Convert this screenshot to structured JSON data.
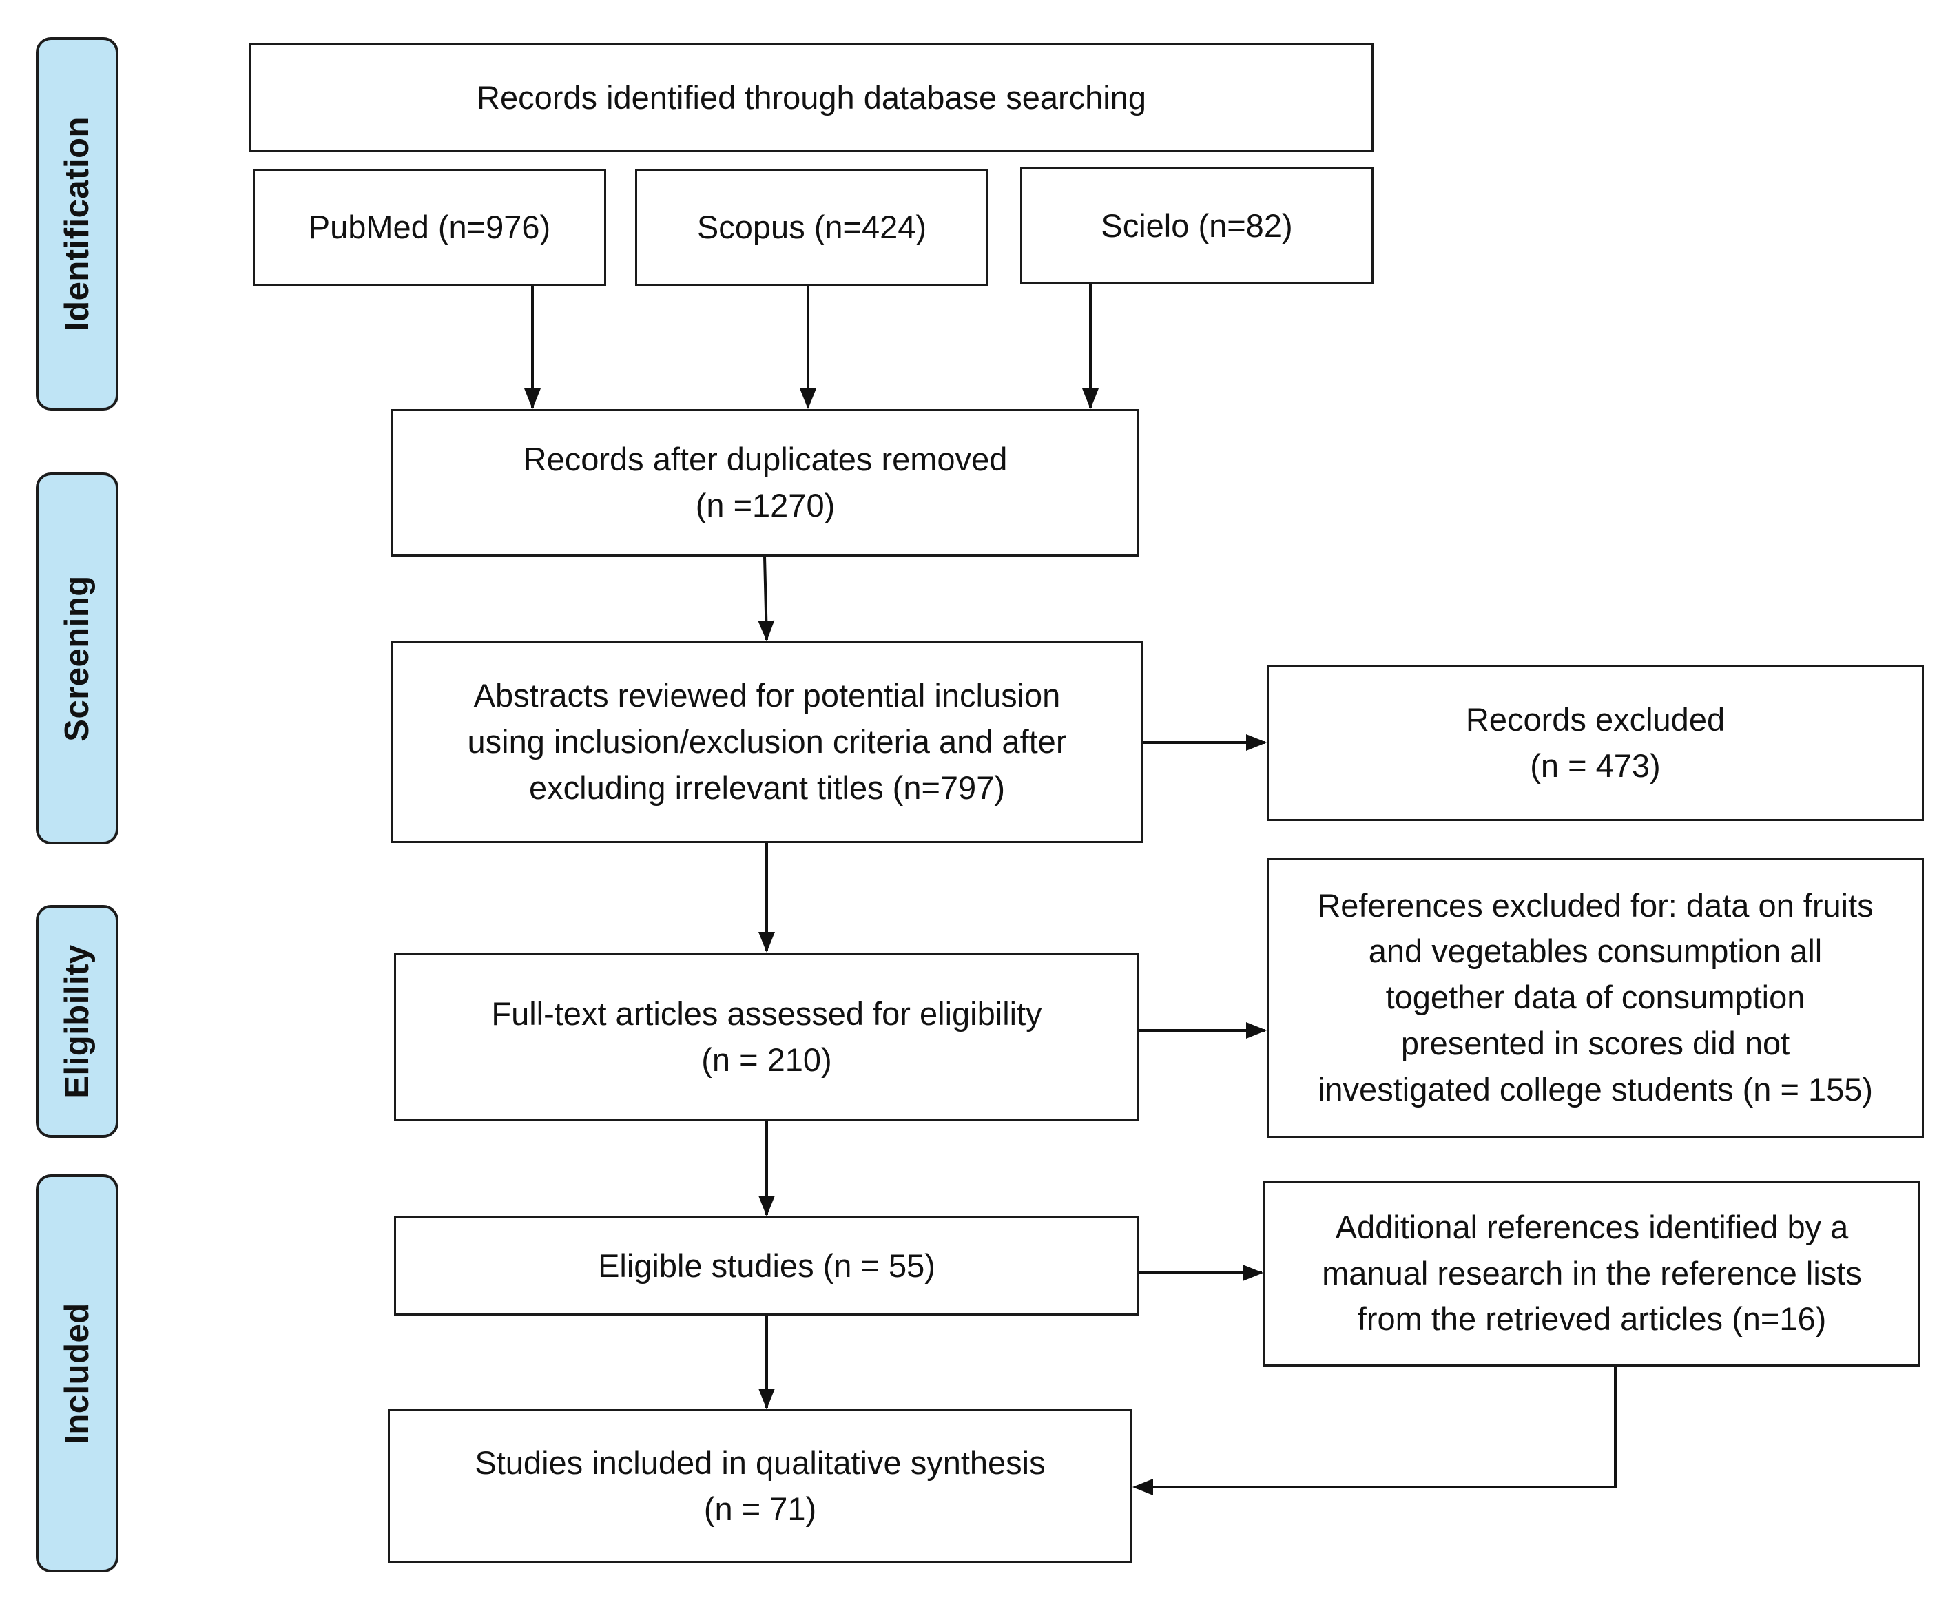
{
  "stages": [
    {
      "id": "identification",
      "label": "Identification"
    },
    {
      "id": "screening",
      "label": "Screening"
    },
    {
      "id": "eligibility",
      "label": "Eligibility"
    },
    {
      "id": "included",
      "label": "Included"
    }
  ],
  "boxes": {
    "records_identified": {
      "lines": [
        "Records identified through database searching"
      ]
    },
    "pubmed": {
      "lines": [
        "PubMed (n=976)"
      ]
    },
    "scopus": {
      "lines": [
        "Scopus (n=424)"
      ]
    },
    "scielo": {
      "lines": [
        "Scielo (n=82)"
      ]
    },
    "duplicates_removed": {
      "lines": [
        "Records after duplicates removed",
        "(n =1270)"
      ]
    },
    "abstracts_reviewed": {
      "lines": [
        "Abstracts reviewed for potential inclusion",
        "using inclusion/exclusion criteria and after",
        "excluding irrelevant titles (n=797)"
      ]
    },
    "records_excluded": {
      "lines": [
        "Records excluded",
        "(n = 473)"
      ]
    },
    "full_text": {
      "lines": [
        "Full-text articles assessed for eligibility",
        "(n = 210)"
      ]
    },
    "references_excluded": {
      "lines": [
        "References excluded for: data on fruits",
        "and vegetables consumption all",
        "together data of consumption",
        "presented in scores did not",
        "investigated college students (n = 155)"
      ]
    },
    "eligible_studies": {
      "lines": [
        "Eligible studies (n = 55)"
      ]
    },
    "additional_references": {
      "lines": [
        "Additional references identified by a",
        "manual research in the reference lists",
        "from the retrieved articles (n=16)"
      ]
    },
    "studies_included": {
      "lines": [
        "Studies included in qualitative synthesis",
        "(n = 71)"
      ]
    }
  },
  "colors": {
    "stage_fill": "#bfe4f5",
    "border": "#1a1a1a",
    "text": "#111111"
  }
}
